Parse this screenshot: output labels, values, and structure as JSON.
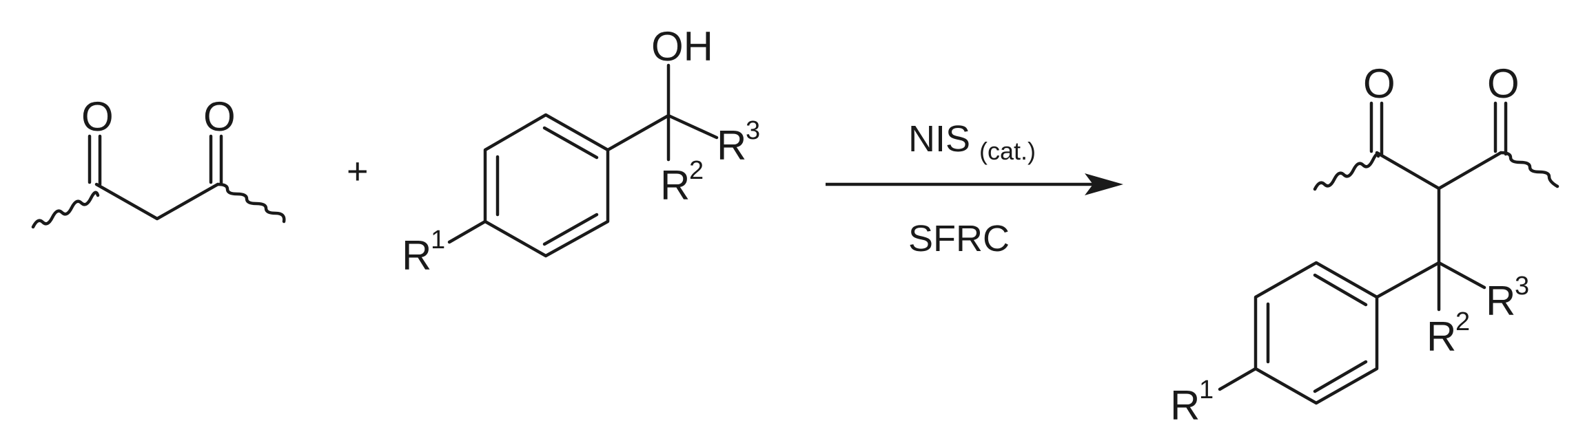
{
  "reactant1": {
    "oxygen_left": "O",
    "oxygen_right": "O"
  },
  "plus": "+",
  "reactant2": {
    "hydroxyl": "OH",
    "r1": "R",
    "r1_sup": "1",
    "r2": "R",
    "r2_sup": "2",
    "r3": "R",
    "r3_sup": "3"
  },
  "conditions": {
    "reagent": "NIS",
    "reagent_subscript": "(cat.)",
    "method": "SFRC"
  },
  "product": {
    "oxygen_left": "O",
    "oxygen_right": "O",
    "r1": "R",
    "r1_sup": "1",
    "r2": "R",
    "r2_sup": "2",
    "r3": "R",
    "r3_sup": "3"
  }
}
